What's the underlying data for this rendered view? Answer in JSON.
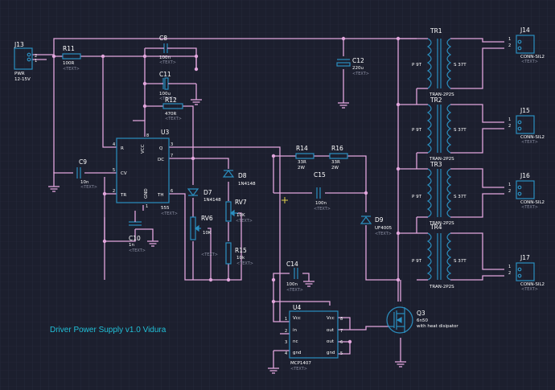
{
  "title": "Driver Power Supply v1.0 Vidura",
  "placeholder": "<TEXT>",
  "colors": {
    "background": "#1c1f2e",
    "grid": "#2a2e40",
    "wire": "#e2a6dd",
    "component": "#2b8fc0",
    "title": "#21c0d8"
  },
  "components": {
    "J13": {
      "ref": "J13",
      "value": "PWR",
      "extra": "12-15V"
    },
    "R11": {
      "ref": "R11",
      "value": "100R"
    },
    "C8": {
      "ref": "C8",
      "value": "100n"
    },
    "C11": {
      "ref": "C11",
      "value": "100u"
    },
    "R12": {
      "ref": "R12",
      "value": "470R"
    },
    "U3": {
      "ref": "U3",
      "value": "555"
    },
    "C9": {
      "ref": "C9",
      "value": "10n"
    },
    "C10": {
      "ref": "C10",
      "value": "1n"
    },
    "D7": {
      "ref": "D7",
      "value": "1N4148"
    },
    "D8": {
      "ref": "D8",
      "value": "1N4148"
    },
    "RV6": {
      "ref": "RV6",
      "value": "10K"
    },
    "RV7": {
      "ref": "RV7",
      "value": "10K"
    },
    "R15": {
      "ref": "R15",
      "value": "10k"
    },
    "C12": {
      "ref": "C12",
      "value": "220u"
    },
    "R14": {
      "ref": "R14",
      "value": "33R",
      "extra": "2W"
    },
    "R16": {
      "ref": "R16",
      "value": "33R",
      "extra": "2W"
    },
    "C15": {
      "ref": "C15",
      "value": "100n"
    },
    "D9": {
      "ref": "D9",
      "value": "UF4005"
    },
    "C14": {
      "ref": "C14",
      "value": "100n"
    },
    "U4": {
      "ref": "U4",
      "value": "MCP1407"
    },
    "Q3": {
      "ref": "Q3",
      "value": "6n50",
      "extra": "with heat disipator"
    },
    "TR1": {
      "ref": "TR1",
      "value": "TRAN-2P2S",
      "primary": "P 9T",
      "secondary": "S 37T"
    },
    "TR2": {
      "ref": "TR2",
      "value": "TRAN-2P2S",
      "primary": "P 9T",
      "secondary": "S 37T"
    },
    "TR3": {
      "ref": "TR3",
      "value": "TRAN-2P2S",
      "primary": "P 9T",
      "secondary": "S 37T"
    },
    "TR4": {
      "ref": "TR4",
      "value": "TRAN-2P2S",
      "primary": "P 9T",
      "secondary": "S 37T"
    },
    "J14": {
      "ref": "J14",
      "value": "CONN-SIL2"
    },
    "J15": {
      "ref": "J15",
      "value": "CONN-SIL2"
    },
    "J16": {
      "ref": "J16",
      "value": "CONN-SIL2"
    },
    "J17": {
      "ref": "J17",
      "value": "CONN-SIL2"
    }
  },
  "u3_pins": {
    "r": "R",
    "vcc": "VCC",
    "q": "Q",
    "dc": "DC",
    "cv": "CV",
    "tr": "TR",
    "gnd": "GND",
    "th": "TH"
  },
  "u4_pins": {
    "vcc1": "Vcc",
    "vcc2": "Vcc",
    "in": "in",
    "out1": "out",
    "nc": "nc",
    "out2": "out",
    "gnd1": "gnd",
    "gnd2": "gnd"
  },
  "pin_numbers": {
    "n1": "1",
    "n2": "2",
    "n3": "3",
    "n4": "4",
    "n5": "5",
    "n6": "6",
    "n7": "7",
    "n8": "8"
  }
}
